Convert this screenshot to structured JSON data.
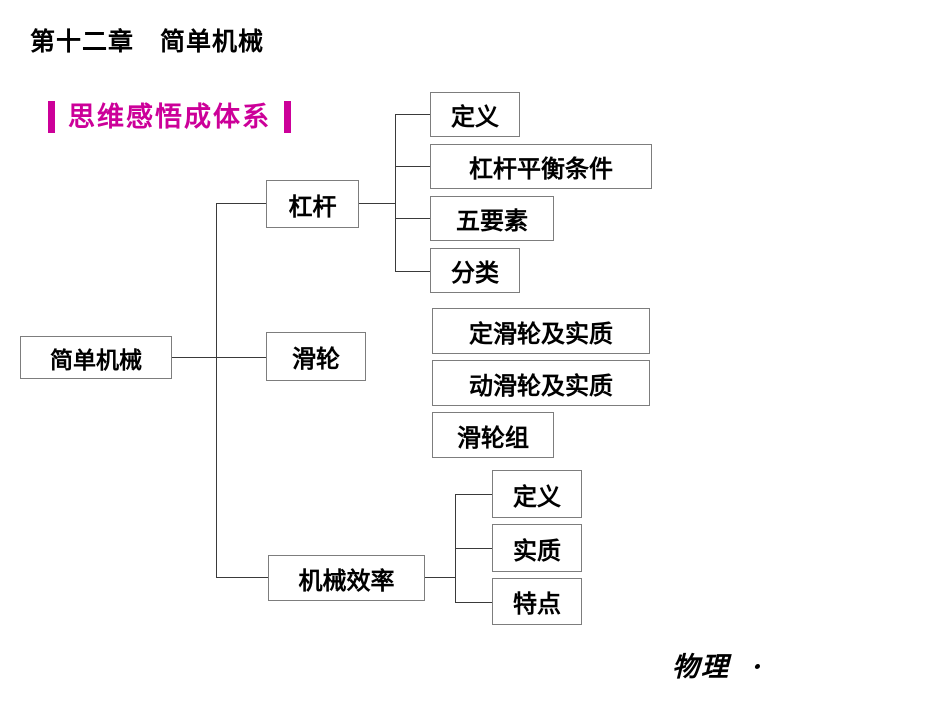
{
  "slide": {
    "chapter_title": "第十二章　简单机械",
    "subtitle": "思维感悟成体系",
    "accent_color": "#cc0099",
    "box_border_color": "#7d7d7d",
    "line_color": "#3a3a3a",
    "background_color": "#ffffff",
    "footer": "物理  ·"
  },
  "diagram": {
    "root": {
      "label": "简单机械"
    },
    "branches": [
      {
        "label": "杠杆",
        "children": [
          {
            "label": "定义"
          },
          {
            "label": "杠杆平衡条件"
          },
          {
            "label": "五要素"
          },
          {
            "label": "分类"
          }
        ]
      },
      {
        "label": "滑轮",
        "children": [
          {
            "label": "定滑轮及实质"
          },
          {
            "label": "动滑轮及实质"
          },
          {
            "label": "滑轮组"
          }
        ]
      },
      {
        "label": "机械效率",
        "children": [
          {
            "label": "定义"
          },
          {
            "label": "实质"
          },
          {
            "label": "特点"
          }
        ]
      }
    ]
  }
}
